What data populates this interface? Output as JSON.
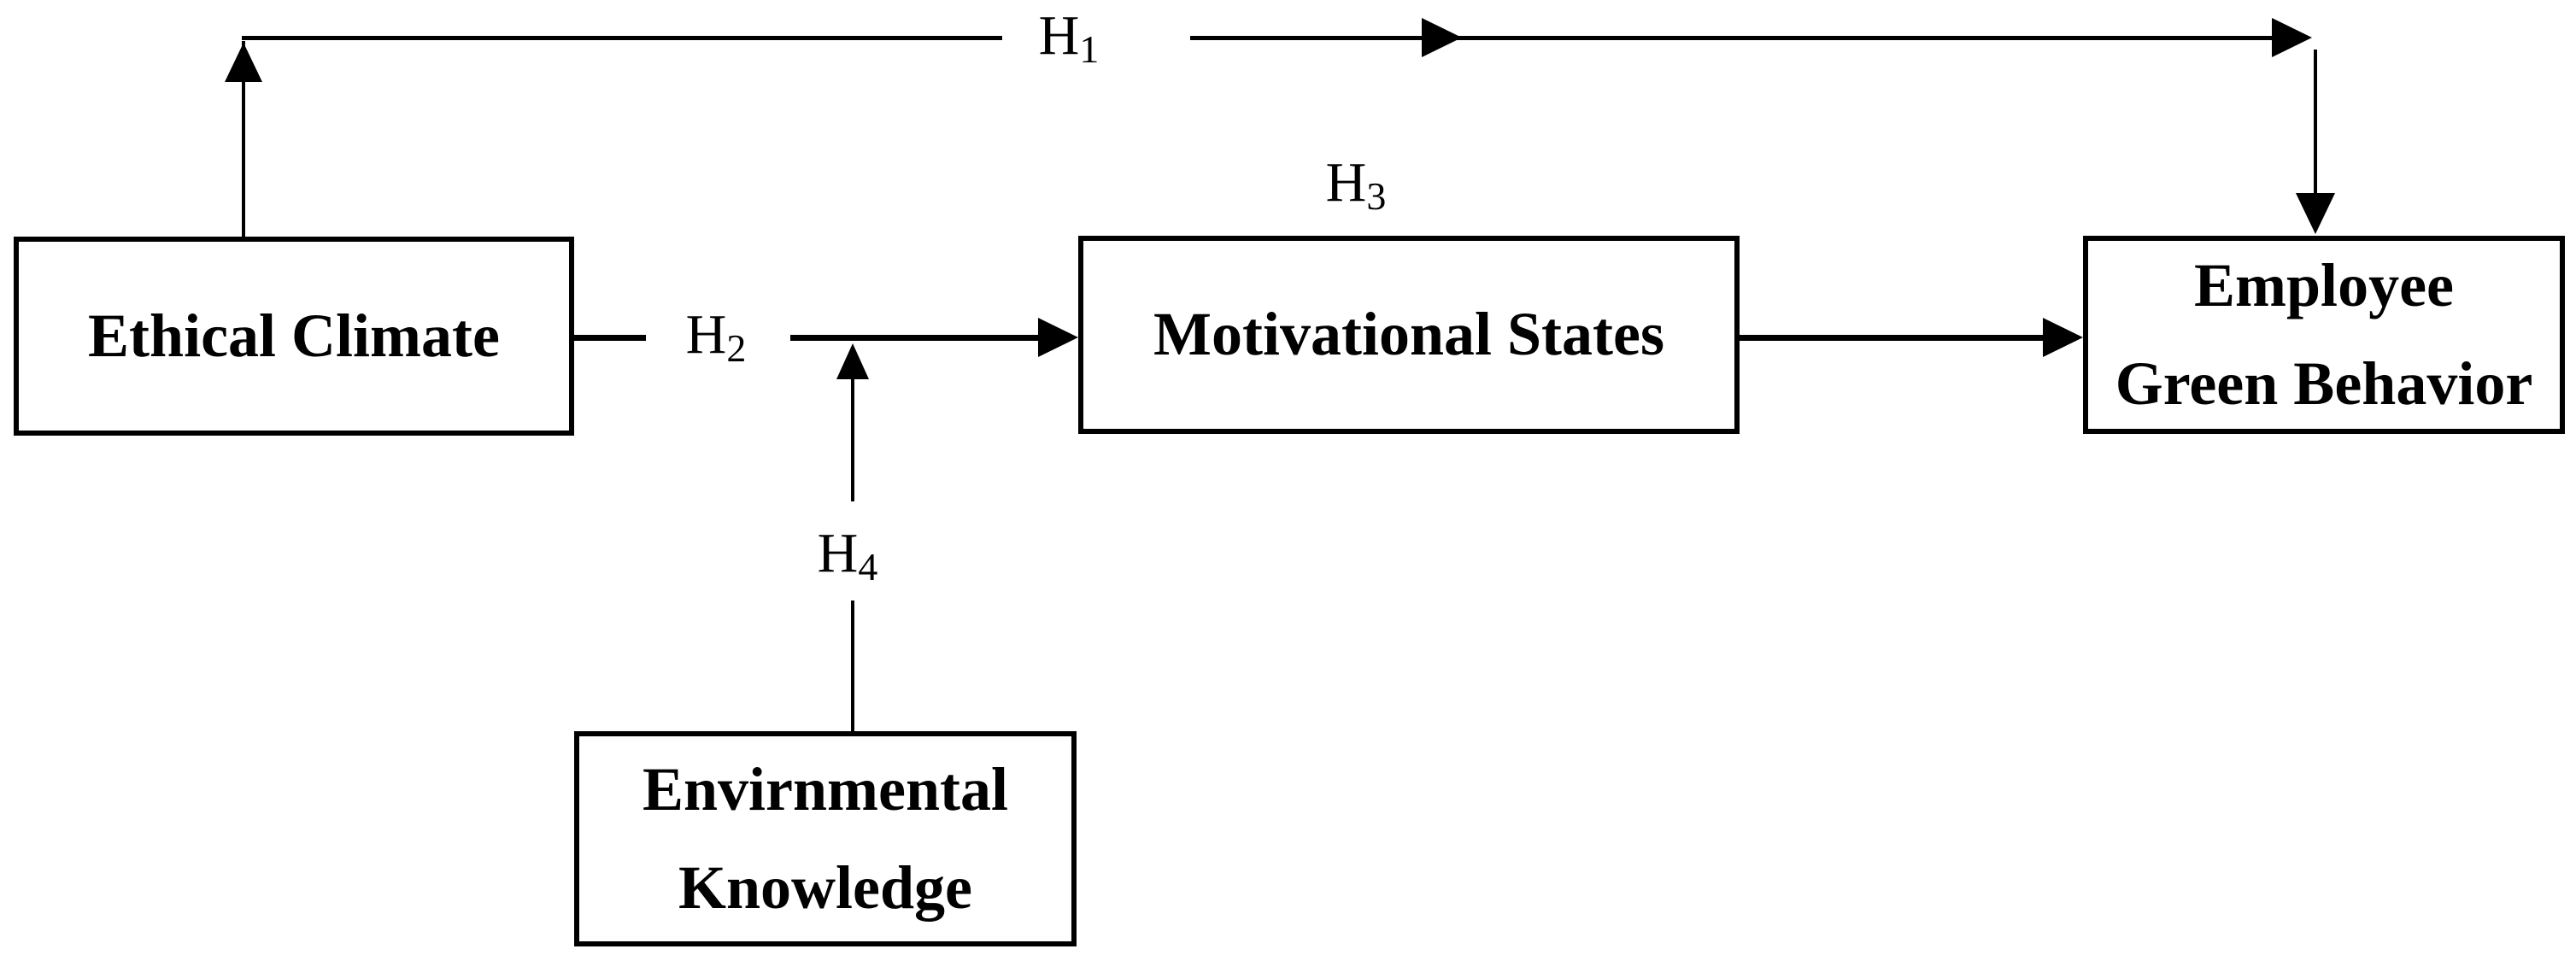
{
  "diagram": {
    "nodes": {
      "ethical_climate": {
        "label": "Ethical Climate"
      },
      "motivational_states": {
        "label": "Motivational States"
      },
      "employee_green_behavior": {
        "line1": "Employee",
        "line2": "Green Behavior"
      },
      "environmental_knowledge": {
        "line1": "Envirnmental",
        "line2": "Knowledge"
      }
    },
    "hypotheses": {
      "h1": {
        "base": "H",
        "sub": "1"
      },
      "h2": {
        "base": "H",
        "sub": "2"
      },
      "h3": {
        "base": "H",
        "sub": "3"
      },
      "h4": {
        "base": "H",
        "sub": "4"
      }
    },
    "colors": {
      "line": "#000000",
      "text": "#000000",
      "box_fill": "#ffffff",
      "background": "#ffffff"
    }
  }
}
